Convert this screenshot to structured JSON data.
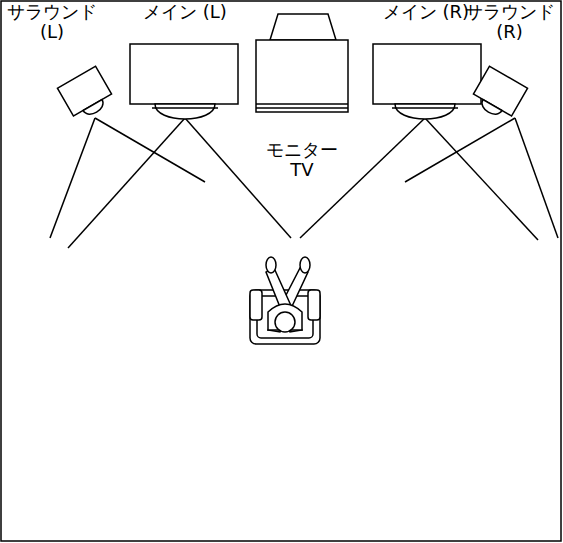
{
  "diagram": {
    "nodes": [
      {
        "text": [
          "サラウンド (L)"
        ]
      },
      {
        "text": [
          "メイン (L)"
        ]
      },
      {
        "text": [
          "モニター TV"
        ]
      },
      {
        "text": [
          "メイン (R)"
        ]
      },
      {
        "text": [
          "サラウンド (R)"
        ]
      }
    ]
  }
}
